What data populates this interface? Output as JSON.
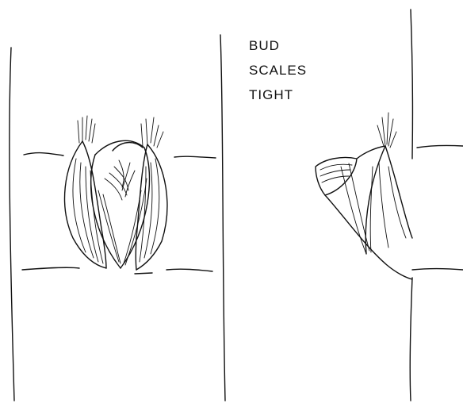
{
  "annotation": {
    "lines": [
      "BUD",
      "SCALES",
      "TIGHT"
    ]
  }
}
